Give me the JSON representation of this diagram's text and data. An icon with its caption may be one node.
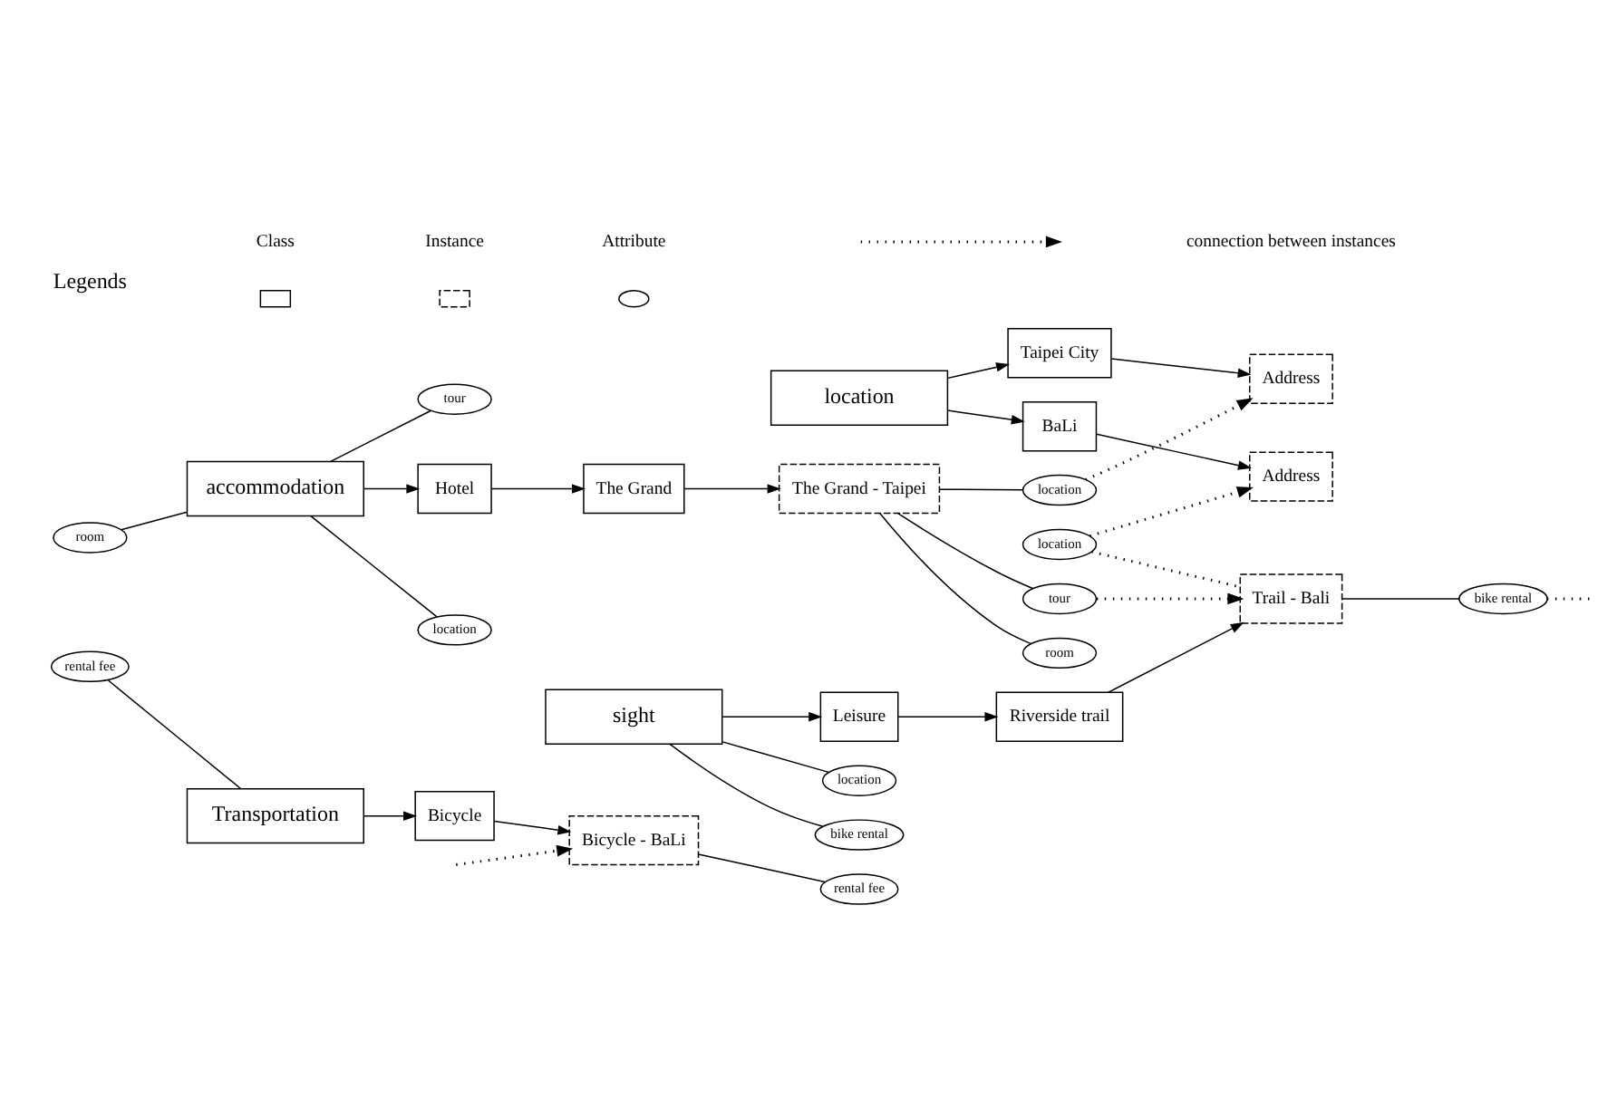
{
  "diagram": {
    "nodes": [
      {
        "text": [
          "rental fee"
        ]
      },
      {
        "text": [
          "Transportation"
        ]
      },
      {
        "text": [
          "Bicycle"
        ]
      },
      {
        "text": [
          "Bicycle - BaLi"
        ]
      },
      {
        "text": [
          "rental fee"
        ]
      },
      {
        "text": [
          "room"
        ]
      },
      {
        "text": [
          "accommodation"
        ]
      },
      {
        "text": [
          "Hotel"
        ]
      },
      {
        "text": [
          "The Grand"
        ]
      },
      {
        "text": [
          "The Grand - Taipei"
        ]
      },
      {
        "text": [
          "location"
        ]
      },
      {
        "text": [
          "tour"
        ]
      },
      {
        "text": [
          "room"
        ]
      },
      {
        "text": [
          "location"
        ]
      },
      {
        "text": [
          "tour"
        ]
      },
      {
        "text": [
          "location"
        ]
      },
      {
        "text": [
          "Taipei City"
        ]
      },
      {
        "text": [
          "Address"
        ]
      },
      {
        "text": [
          "BaLi"
        ]
      },
      {
        "text": [
          "Address"
        ]
      },
      {
        "text": [
          "location"
        ]
      },
      {
        "text": [
          "sight"
        ]
      },
      {
        "text": [
          "Leisure"
        ]
      },
      {
        "text": [
          "Riverside trail"
        ]
      },
      {
        "text": [
          "Trail - Bali"
        ]
      },
      {
        "text": [
          "location"
        ]
      },
      {
        "text": [
          "bike rental"
        ]
      },
      {
        "text": [
          "bike rental"
        ]
      }
    ],
    "edges": [
      {
        "from": 0,
        "to": 1,
        "arrow": "none"
      },
      {
        "from": 1,
        "to": 2,
        "arrow": "to"
      },
      {
        "from": 2,
        "to": 3,
        "arrow": "to"
      },
      {
        "from": null,
        "to": 3,
        "arrow": "to",
        "style": "dashed"
      },
      {
        "from": 3,
        "to": 4,
        "arrow": "none"
      },
      {
        "from": 5,
        "to": 6,
        "arrow": "none"
      },
      {
        "from": 6,
        "to": 7,
        "arrow": "to"
      },
      {
        "from": 7,
        "to": 8,
        "arrow": "to"
      },
      {
        "from": 8,
        "to": 9,
        "arrow": "to"
      },
      {
        "from": 6,
        "to": 10,
        "arrow": "none"
      },
      {
        "from": 6,
        "to": 11,
        "arrow": "none"
      },
      {
        "from": 9,
        "to": 12,
        "arrow": "none"
      },
      {
        "from": 9,
        "to": 13,
        "arrow": "none"
      },
      {
        "from": 9,
        "to": 14,
        "arrow": "none"
      },
      {
        "from": 15,
        "to": 16,
        "arrow": "to"
      },
      {
        "from": 15,
        "to": 18,
        "arrow": "to"
      },
      {
        "from": 16,
        "to": 17,
        "arrow": "to"
      },
      {
        "from": 18,
        "to": 19,
        "arrow": "to"
      },
      {
        "from": 13,
        "to": 17,
        "arrow": "to",
        "style": "dashed"
      },
      {
        "from": 20,
        "to": 19,
        "arrow": "to",
        "style": "dashed"
      },
      {
        "from": 20,
        "to": 24,
        "arrow": "none",
        "style": "dashed"
      },
      {
        "from": 14,
        "to": 24,
        "arrow": "to",
        "style": "dashed"
      },
      {
        "from": 21,
        "to": 22,
        "arrow": "to"
      },
      {
        "from": 22,
        "to": 23,
        "arrow": "to"
      },
      {
        "from": 23,
        "to": 24,
        "arrow": "to"
      },
      {
        "from": 21,
        "to": 25,
        "arrow": "none"
      },
      {
        "from": 21,
        "to": 26,
        "arrow": "none"
      },
      {
        "from": 24,
        "to": 27,
        "arrow": "none"
      },
      {
        "from": 27,
        "to": null,
        "arrow": "none",
        "style": "dashed"
      }
    ],
    "labels": [
      "Legends"
    ],
    "legend": [
      {
        "text": "Class"
      },
      {
        "text": "Instance"
      },
      {
        "text": "Attribute"
      },
      {
        "text": "connection between instances"
      }
    ]
  }
}
